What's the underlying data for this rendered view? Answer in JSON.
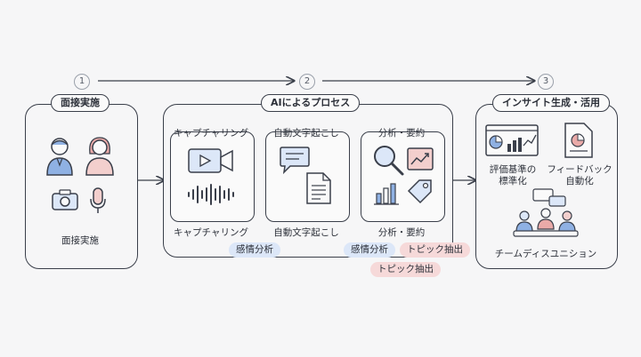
{
  "steps": [
    {
      "num": "1",
      "title": "面接実施",
      "caption": "面接実施"
    },
    {
      "num": "2",
      "title": "AIによるプロセス"
    },
    {
      "num": "3",
      "title": "インサイト生成・活用"
    }
  ],
  "process": {
    "capture": {
      "title": "キャプチャリング",
      "caption": "キャプチャリング"
    },
    "transcribe": {
      "title": "自動文字起こし",
      "caption": "自動文字起こし"
    },
    "analyze": {
      "title": "分析・要約",
      "caption": "分析・要約"
    },
    "tags": {
      "sentiment_1": "感情分析",
      "sentiment_2": "感情分析",
      "topic_1": "トピック抽出",
      "topic_2": "トピック抽出"
    }
  },
  "insights": {
    "criteria": "評価基準の\n標準化",
    "feedback": "フィードバック\n自動化",
    "team": "チームディスユニション"
  },
  "colors": {
    "stroke": "#3a3f4a",
    "blue_tag": "#dce7f8",
    "pink_tag": "#f6d9d9",
    "accent_blue": "#8fb1e3",
    "accent_pink": "#e9aaa8"
  },
  "icons": [
    "interviewer-man-icon",
    "interviewer-woman-icon",
    "camera-icon",
    "microphone-icon",
    "video-camera-icon",
    "waveform-icon",
    "chat-bubble-icon",
    "document-icon",
    "magnifier-icon",
    "trend-chart-icon",
    "bar-chart-icon",
    "tag-icon",
    "dashboard-icon",
    "report-icon",
    "team-meeting-icon"
  ]
}
